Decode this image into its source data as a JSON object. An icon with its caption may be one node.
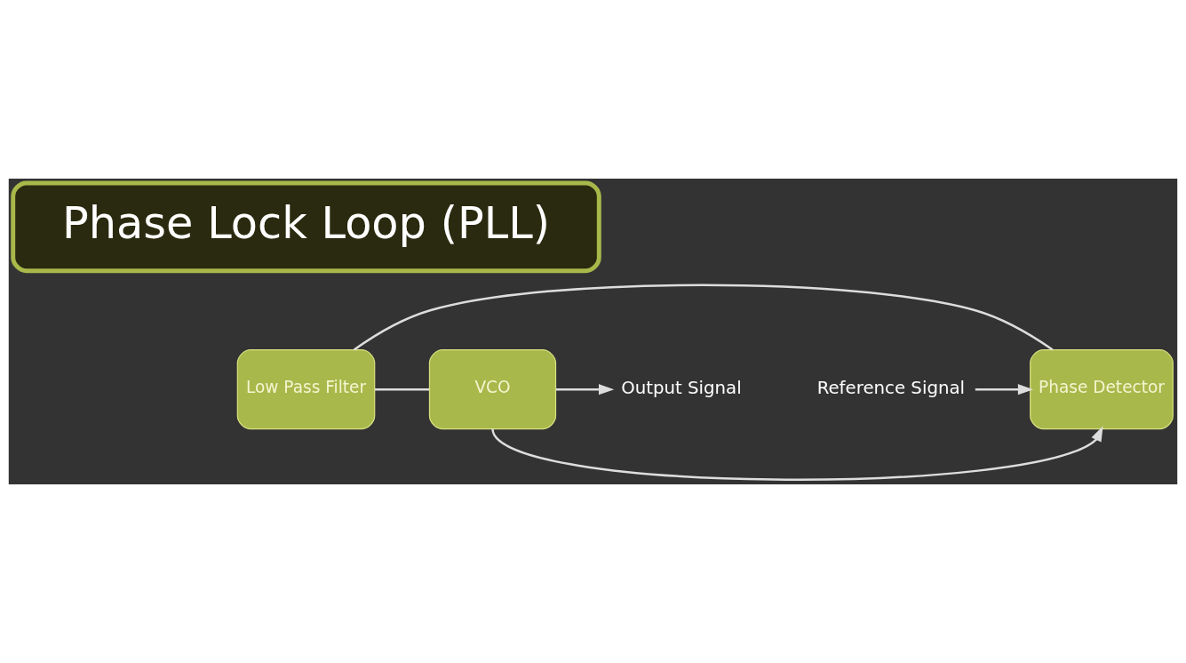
{
  "diagram": {
    "nodes": [
      {
        "text": [
          "Phase Lock Loop (PLL)"
        ]
      },
      {
        "text": [
          "Reference Signal"
        ]
      },
      {
        "text": [
          "Phase Detector"
        ]
      },
      {
        "text": [
          "Low Pass Filter"
        ]
      },
      {
        "text": [
          "VCO"
        ]
      },
      {
        "text": [
          "Output Signal"
        ]
      }
    ],
    "edges": [
      {
        "from": 1,
        "to": 2,
        "arrow": "to"
      },
      {
        "from": 2,
        "to": 3,
        "arrow": "none"
      },
      {
        "from": 3,
        "to": 4,
        "arrow": "none"
      },
      {
        "from": 4,
        "to": 5,
        "arrow": "to"
      },
      {
        "from": 4,
        "to": 2,
        "arrow": "to"
      }
    ]
  }
}
